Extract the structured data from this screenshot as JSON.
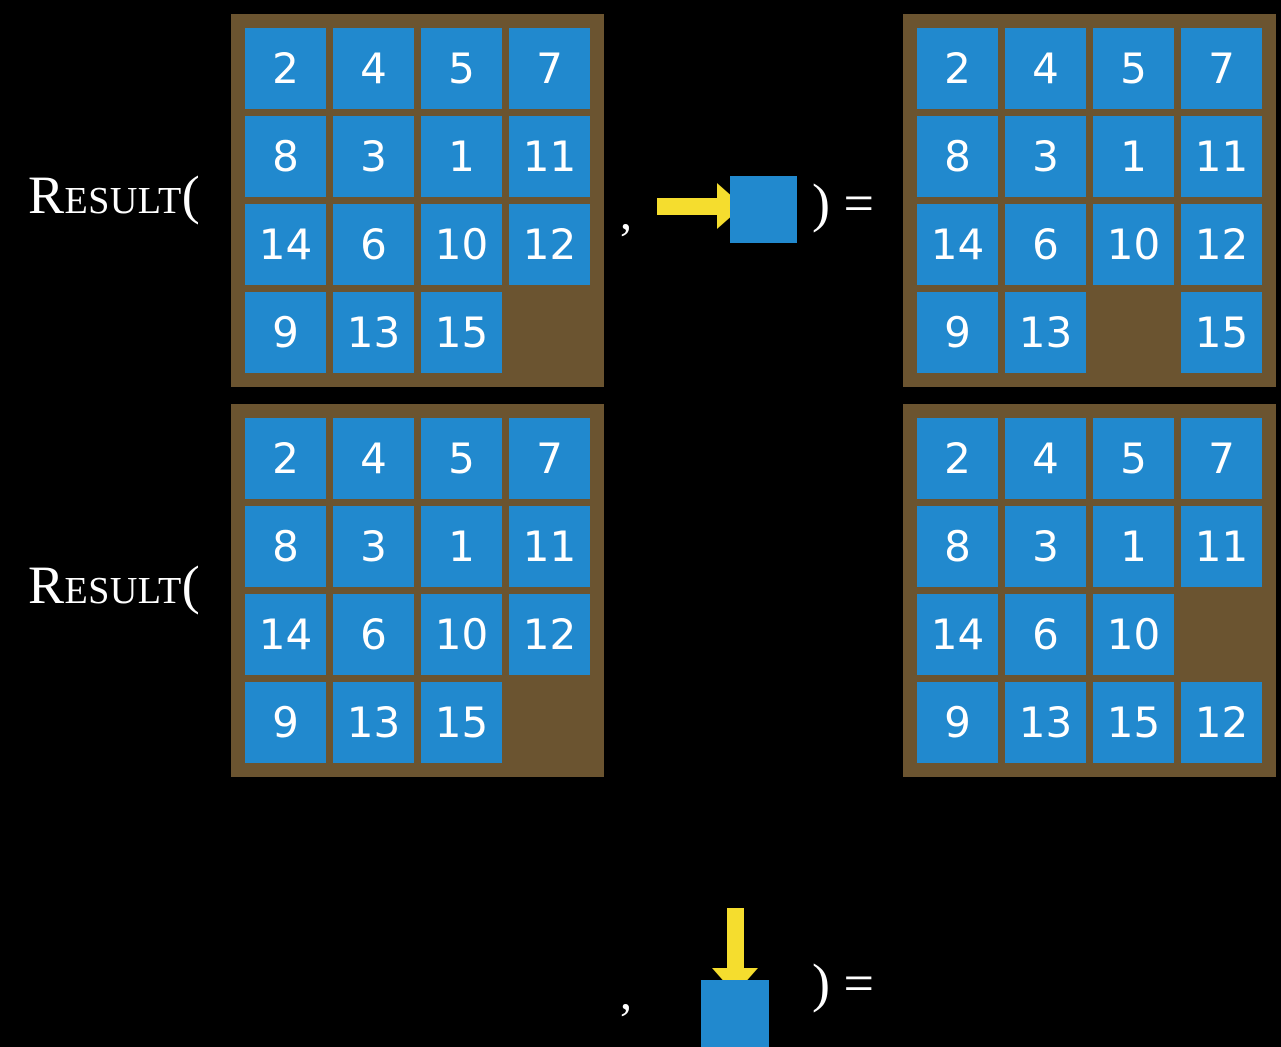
{
  "background_color": "#000000",
  "palette": {
    "tile_blue": "#2189ce",
    "board_brown": "#6b5430",
    "arrow_yellow": "#f5dd2e",
    "text_white": "#ffffff"
  },
  "equations": [
    {
      "id": "equation-move-right",
      "label": "Result(",
      "separator": ",",
      "close": ") =",
      "action": {
        "direction": "right",
        "arrow_icon": "arrow-right-icon",
        "tile_icon": "blank-tile-icon"
      },
      "input_board": {
        "name": "input-board-row-1",
        "rows": [
          [
            "2",
            "4",
            "5",
            "7"
          ],
          [
            "8",
            "3",
            "1",
            "11"
          ],
          [
            "14",
            "6",
            "10",
            "12"
          ],
          [
            "9",
            "13",
            "15",
            ""
          ]
        ]
      },
      "output_board": {
        "name": "output-board-row-1",
        "rows": [
          [
            "2",
            "4",
            "5",
            "7"
          ],
          [
            "8",
            "3",
            "1",
            "11"
          ],
          [
            "14",
            "6",
            "10",
            "12"
          ],
          [
            "9",
            "13",
            "",
            "15"
          ]
        ]
      }
    },
    {
      "id": "equation-move-down",
      "label": "Result(",
      "separator": ",",
      "close": ") =",
      "action": {
        "direction": "down",
        "arrow_icon": "arrow-down-icon",
        "tile_icon": "blank-tile-icon"
      },
      "input_board": {
        "name": "input-board-row-2",
        "rows": [
          [
            "2",
            "4",
            "5",
            "7"
          ],
          [
            "8",
            "3",
            "1",
            "11"
          ],
          [
            "14",
            "6",
            "10",
            "12"
          ],
          [
            "9",
            "13",
            "15",
            ""
          ]
        ]
      },
      "output_board": {
        "name": "output-board-row-2",
        "rows": [
          [
            "2",
            "4",
            "5",
            "7"
          ],
          [
            "8",
            "3",
            "1",
            "11"
          ],
          [
            "14",
            "6",
            "10",
            ""
          ],
          [
            "9",
            "13",
            "15",
            "12"
          ]
        ]
      }
    }
  ]
}
